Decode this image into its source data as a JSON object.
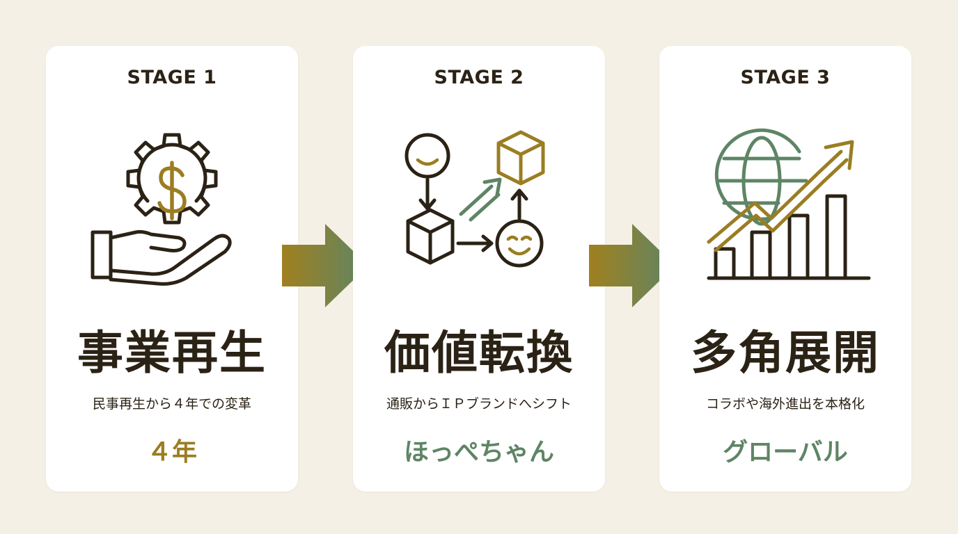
{
  "colors": {
    "background": "#f4f0e6",
    "card": "#ffffff",
    "text": "#2b2216",
    "gold": "#9b7d22",
    "green": "#5e8565"
  },
  "stages": [
    {
      "label": "STAGE 1",
      "icon": "gear-dollar-hand-icon",
      "title": "事業再生",
      "description": "民事再生から４年での変革",
      "keyword": "４年",
      "keyword_color": "#9b7d22"
    },
    {
      "label": "STAGE 2",
      "icon": "value-transform-icon",
      "title": "価値転換",
      "description": "通販からＩＰブランドへシフト",
      "keyword": "ほっぺちゃん",
      "keyword_color": "#5e8565"
    },
    {
      "label": "STAGE 3",
      "icon": "globe-growth-chart-icon",
      "title": "多角展開",
      "description": "コラボや海外進出を本格化",
      "keyword": "グローバル",
      "keyword_color": "#5e8565"
    }
  ],
  "arrows": [
    "arrow-right-icon",
    "arrow-right-icon"
  ]
}
